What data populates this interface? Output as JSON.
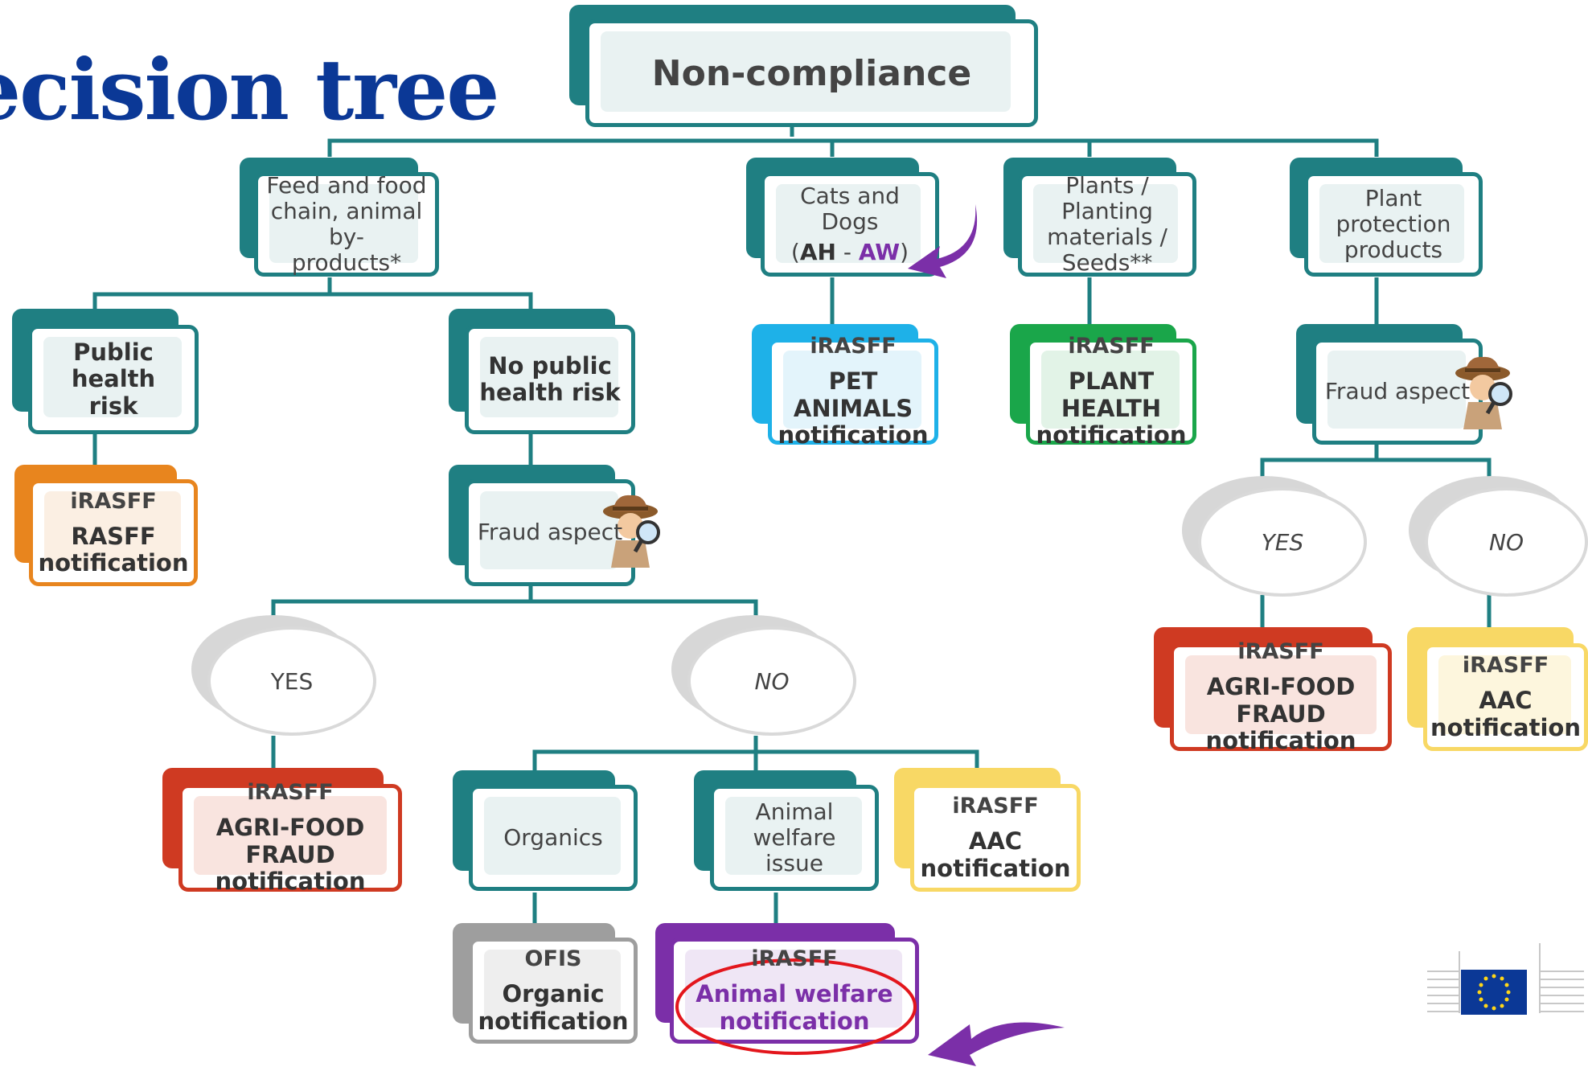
{
  "title": "ecision tree",
  "root": "Non-compliance",
  "branches": {
    "feed_food": [
      "Feed and food",
      "chain, animal by-",
      "products*"
    ],
    "cats_dogs": {
      "line1": "Cats and Dogs",
      "paren_open": "(",
      "ah": "AH",
      "dash": " - ",
      "aw": "AW",
      "paren_close": ")"
    },
    "plants": [
      "Plants / Planting",
      "materials /",
      "Seeds**"
    ],
    "plant_protection": [
      "Plant protection",
      "products"
    ]
  },
  "public_health_risk": [
    "Public health",
    "risk"
  ],
  "no_public_health_risk": [
    "No public",
    "health risk"
  ],
  "fraud_aspect": "Fraud aspect",
  "yes": "YES",
  "no": "NO",
  "organics": "Organics",
  "animal_welfare_issue": [
    "Animal welfare",
    "issue"
  ],
  "notifications": {
    "rasff": {
      "head": "iRASFF",
      "lines": [
        "RASFF",
        "notification"
      ]
    },
    "pet_animals": {
      "head": "iRASFF",
      "lines": [
        "PET ANIMALS",
        "notification"
      ]
    },
    "plant_health": {
      "head": "iRASFF",
      "lines": [
        "PLANT HEALTH",
        "notification"
      ]
    },
    "agri_food_fraud": {
      "head": "iRASFF",
      "lines": [
        "AGRI-FOOD FRAUD",
        "notification"
      ]
    },
    "aac": {
      "head": "iRASFF",
      "lines": [
        "AAC",
        "notification"
      ]
    },
    "ofis": {
      "head": "OFIS",
      "lines": [
        "Organic",
        "notification"
      ]
    },
    "animal_welfare": {
      "head": "iRASFF",
      "lines": [
        "Animal welfare",
        "notification"
      ]
    }
  },
  "colors": {
    "teal": "#1f7f82",
    "orange": "#e8851e",
    "blue": "#1eb1e8",
    "green": "#1aa64a",
    "red": "#cf3a22",
    "yellow": "#f8d865",
    "grey": "#9e9e9e",
    "purple": "#7b2fa8",
    "title_blue": "#0b3896"
  }
}
